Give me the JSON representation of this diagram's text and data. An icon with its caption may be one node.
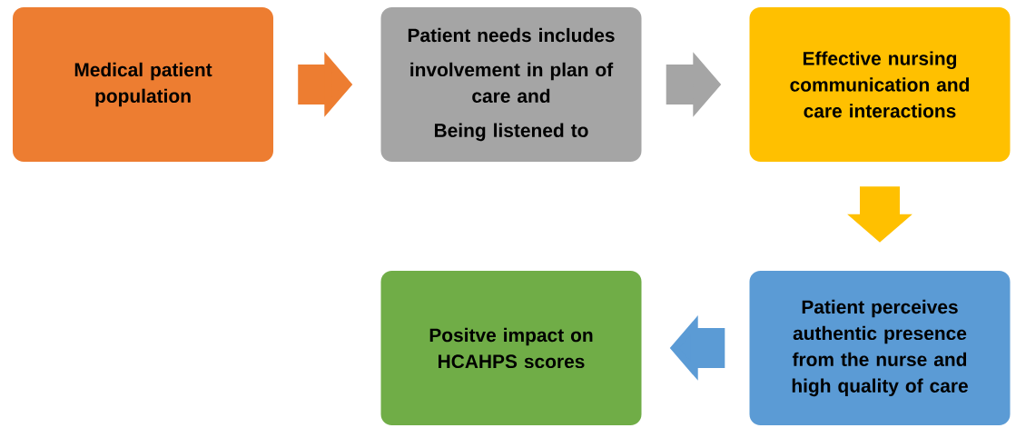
{
  "diagram": {
    "nodes": [
      {
        "text": [
          "Medical patient population"
        ]
      },
      {
        "text": [
          "Patient needs includes",
          "involvement in plan of care and",
          "Being listened to"
        ]
      },
      {
        "text": [
          "Effective nursing communication and care interactions"
        ]
      },
      {
        "text": [
          "Positve impact on HCAHPS scores"
        ]
      },
      {
        "text": [
          "Patient perceives authentic presence from the nurse and high quality of care"
        ]
      }
    ],
    "edges": [
      {
        "from": 0,
        "to": 1,
        "arrow": "to",
        "color": "#ed7d31"
      },
      {
        "from": 1,
        "to": 2,
        "arrow": "to",
        "color": "#a5a5a5"
      },
      {
        "from": 2,
        "to": 4,
        "arrow": "to",
        "color": "#ffc000"
      },
      {
        "from": 4,
        "to": 3,
        "arrow": "to",
        "color": "#5b9bd5"
      }
    ]
  }
}
